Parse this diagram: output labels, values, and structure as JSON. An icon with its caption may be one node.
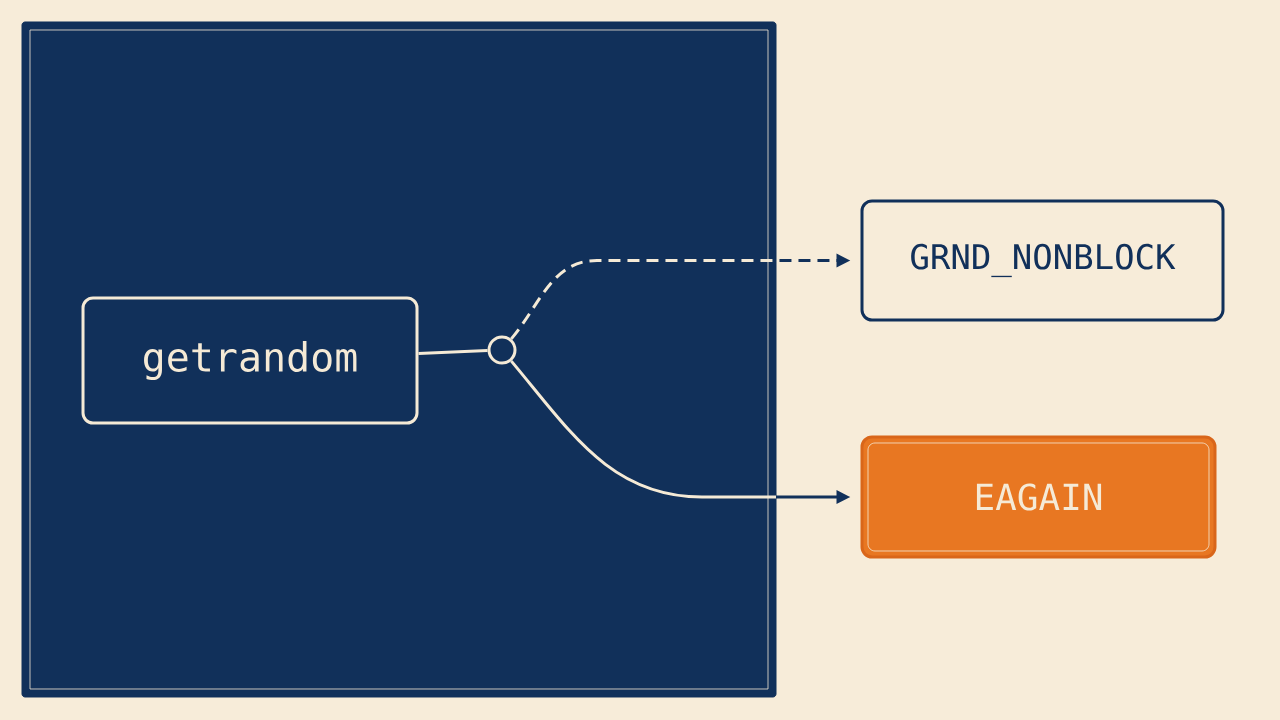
{
  "diagram": {
    "nodes": [
      {
        "text": [],
        "shape": "box"
      },
      {
        "text": [
          "getrandom"
        ],
        "in": 0
      },
      {
        "text": [],
        "shape": "circle",
        "in": 0
      },
      {
        "text": [
          "GRND_NONBLOCK"
        ]
      },
      {
        "text": [
          "EAGAIN"
        ]
      }
    ],
    "edges": [
      {
        "from": 1,
        "to": 2,
        "arrow": "none"
      },
      {
        "from": 2,
        "to": 3,
        "arrow": "to",
        "style": "dashed"
      },
      {
        "from": 2,
        "to": 4,
        "arrow": "to"
      }
    ]
  }
}
